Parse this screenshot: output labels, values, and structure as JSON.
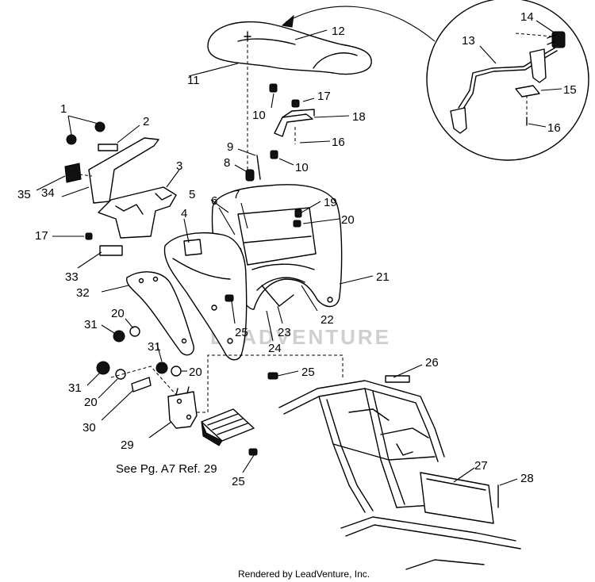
{
  "callouts": [
    "1",
    "2",
    "3",
    "4",
    "5",
    "6",
    "7",
    "8",
    "9",
    "10",
    "10",
    "11",
    "12",
    "13",
    "14",
    "15",
    "16",
    "16",
    "17",
    "17",
    "18",
    "19",
    "20",
    "20",
    "20",
    "20",
    "21",
    "22",
    "23",
    "24",
    "25",
    "25",
    "25",
    "26",
    "27",
    "28",
    "29",
    "30",
    "31",
    "31",
    "32",
    "33",
    "34",
    "35"
  ],
  "note": "See Pg. A7 Ref. 29",
  "credit": "Rendered by LeadVenture, Inc.",
  "watermark": "LEADVENTURE"
}
